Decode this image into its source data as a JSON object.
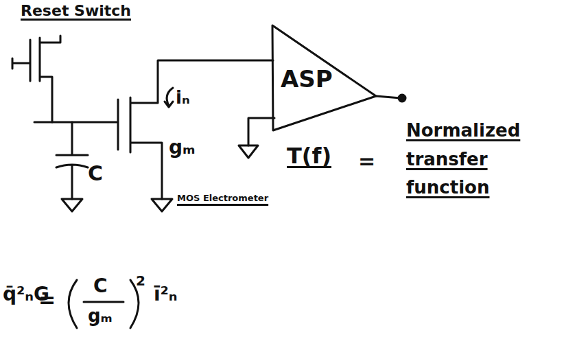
{
  "diagram": {
    "nodes": [
      {
        "text": [
          "ASP"
        ]
      }
    ],
    "labels": [
      "Reset Switch",
      "C",
      "iₙ",
      "gₘ",
      "MOS Electrometer",
      "T(f)",
      "=",
      "Normalized transfer function",
      "q̄²ₙG",
      "=",
      "C",
      "gₘ",
      "2",
      "ī²ₙ"
    ]
  }
}
